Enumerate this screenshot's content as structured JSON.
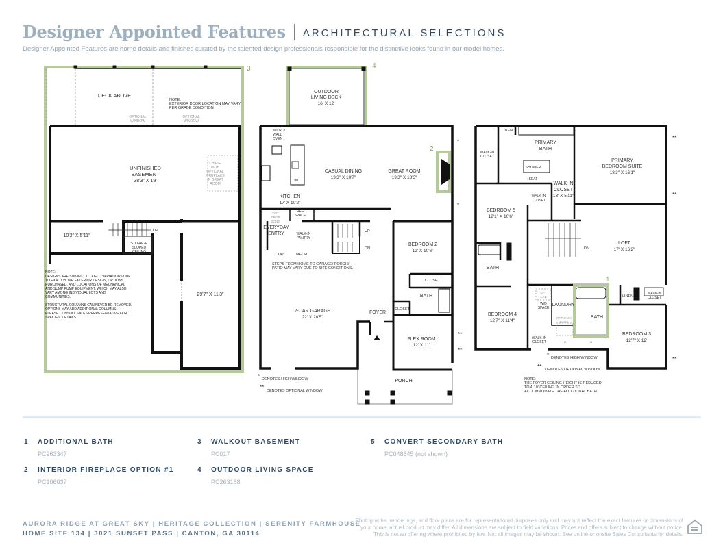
{
  "header": {
    "title": "Designer Appointed Features",
    "subtitle": "ARCHITECTURAL SELECTIONS",
    "intro": "Designer Appointed Features are home details and finishes curated by the talented design professionals responsible for the distinctive looks found in our model homes."
  },
  "plan_basement": {
    "deck_above": "DECK ABOVE",
    "door_note": [
      "NOTE:",
      "EXTERIOR DOOR LOCATION MAY VARY",
      "PER GRADE CONDITION"
    ],
    "optional_window": [
      "OPTIONAL",
      "WINDOW"
    ],
    "unfinished_name": [
      "UNFINISHED",
      "BASEMENT"
    ],
    "unfinished_dim": "38'3\" X 19'",
    "chase": [
      "CHASE",
      "WITH",
      "OPTIONAL",
      "FIREPLACE",
      "IN GREAT",
      "ROOM"
    ],
    "room_small": "10'2\" X 5'11\"",
    "up": "UP",
    "storage": [
      "STORAGE",
      "SLOPED",
      "CEILING"
    ],
    "room_large": "29'7\" X 11'3\"",
    "notes": [
      "NOTE:",
      "DESIGNS ARE SUBJECT TO FIELD VARIATIONS DUE",
      "TO EXACT HOME EXTERIOR DESIGN, OPTIONS",
      "PURCHASED, AND LOCATIONS OF MECHANICAL",
      "AND SUMP PUMP EQUIPMENT, WHICH MAY ALSO",
      "VARY AMONG INDIVIDUAL LOTS AND",
      "COMMUNITIES.",
      "",
      "STRUCTURAL COLUMNS CAN NEVER BE REMOVED.",
      "OPTIONS MAY ADD ADDITIONAL COLUMNS.",
      "PLEASE CONSULT SALES REPRESENTATIVE FOR",
      "SPECIFIC DETAILS."
    ],
    "marker": "3"
  },
  "plan_main": {
    "deck": [
      "OUTDOOR",
      "LIVING DECK",
      "16' X 12'"
    ],
    "marker_deck": "4",
    "marker_fireplace": "2",
    "micro": [
      "MICRO/",
      "WALL",
      "OVEN"
    ],
    "dw": "DW",
    "casual_dining": [
      "CASUAL DINING",
      "19'3\" X 10'7\""
    ],
    "great_room": [
      "GREAT ROOM",
      "19'3\" X 18'3\""
    ],
    "kitchen": [
      "KITCHEN",
      "17' X 10'2\""
    ],
    "ref_space": [
      "REF",
      "SPACE"
    ],
    "opt_drop": [
      "OPT",
      "DROP",
      "ZONE"
    ],
    "everyday_entry": [
      "EVERYDAY",
      "ENTRY"
    ],
    "walkin_pantry": [
      "WALK-IN",
      "PANTRY"
    ],
    "up": "UP",
    "dn": "DN",
    "mech": "MECH",
    "steps_note": [
      "STEPS FROM HOME TO GARAGE/ PORCH/",
      "PATIO MAY VARY DUE TO SITE CONDITIONS."
    ],
    "bedroom2": [
      "BEDROOM 2",
      "12' X 10'6\""
    ],
    "closet": "CLOSET",
    "bath": "BATH",
    "garage": [
      "2-CAR GARAGE",
      "22' X 20'5\""
    ],
    "foyer": "FOYER",
    "flex": [
      "FLEX ROOM",
      "12' X 11'"
    ],
    "porch": "PORCH",
    "star": "*",
    "dstar": "**",
    "high_window": "DENOTES HIGH WINDOW",
    "optional_window_note": "DENOTES OPTIONAL WINDOW"
  },
  "plan_upper": {
    "linen": "LINEN",
    "primary_bath": [
      "PRIMARY",
      "BATH"
    ],
    "walkin_closet": [
      "WALK-IN",
      "CLOSET"
    ],
    "shower": "SHOWER",
    "seat": "SEAT",
    "primary_suite": [
      "PRIMARY",
      "BEDROOM SUITE",
      "18'3\" X 16'1\""
    ],
    "walkin_closet_big": [
      "WALK-IN",
      "CLOSET",
      "13' X 5'11\""
    ],
    "bedroom5": [
      "BEDROOM 5",
      "12'1\" X 10'6\""
    ],
    "loft": [
      "LOFT",
      "17' X 16'2\""
    ],
    "dn": "DN",
    "bath": "BATH",
    "opt_cab": [
      "OPT",
      "CAB"
    ],
    "wd_space": [
      "W/D",
      "SPACE"
    ],
    "laundry": "LAUNDRY",
    "opt_sink": [
      "OPT SINK/",
      "CABS"
    ],
    "bedroom4": [
      "BEDROOM 4",
      "12'7\" X 11'4\""
    ],
    "bedroom3": [
      "BEDROOM 3",
      "12'7\" X 12'"
    ],
    "marker": "1",
    "star": "*",
    "dstar": "**",
    "high_window": "DENOTES HIGH WINDOW",
    "optional_window_note": "DENOTES OPTIONAL WINDOW",
    "ceiling_note": [
      "NOTE:",
      "THE FOYER CEILING HEIGHT IS REDUCED",
      "TO A 10' CEILING IN ORDER TO",
      "ACCOMMODATE THE ADDITIONAL BATH."
    ]
  },
  "features": [
    {
      "num": "1",
      "name": "ADDITIONAL BATH",
      "code": "PC263347"
    },
    {
      "num": "2",
      "name": "INTERIOR FIREPLACE OPTION #1",
      "code": "PC106037"
    },
    {
      "num": "3",
      "name": "WALKOUT BASEMENT",
      "code": "PC017"
    },
    {
      "num": "4",
      "name": "OUTDOOR LIVING SPACE",
      "code": "PC263168"
    },
    {
      "num": "5",
      "name": "CONVERT SECONDARY BATH",
      "code": "PC048645 (not shown)"
    }
  ],
  "footer": {
    "line1": "AURORA RIDGE AT GREAT SKY  |  HERITAGE COLLECTION  |  SERENITY FARMHOUSE",
    "line2": "HOME SITE 134  |  3021 SUNSET PASS  |  CANTON, GA 30114",
    "disclaimer": "Photographs, renderings, and floor plans are for representational purposes only and may not reflect the exact features or dimensions of your home; actual product may differ. All dimensions are subject to field variations. Prices and offers subject to change without notice. This is not an offering where prohibited by law. Not all images may be shown. See online or onsite Sales Consultants for details."
  },
  "colors": {
    "accent_green": "#b5c99a",
    "title_blue": "#9db0bf",
    "navy": "#2f4a63"
  },
  "icons": [
    "equal-housing-icon",
    "fireplace-icon"
  ]
}
